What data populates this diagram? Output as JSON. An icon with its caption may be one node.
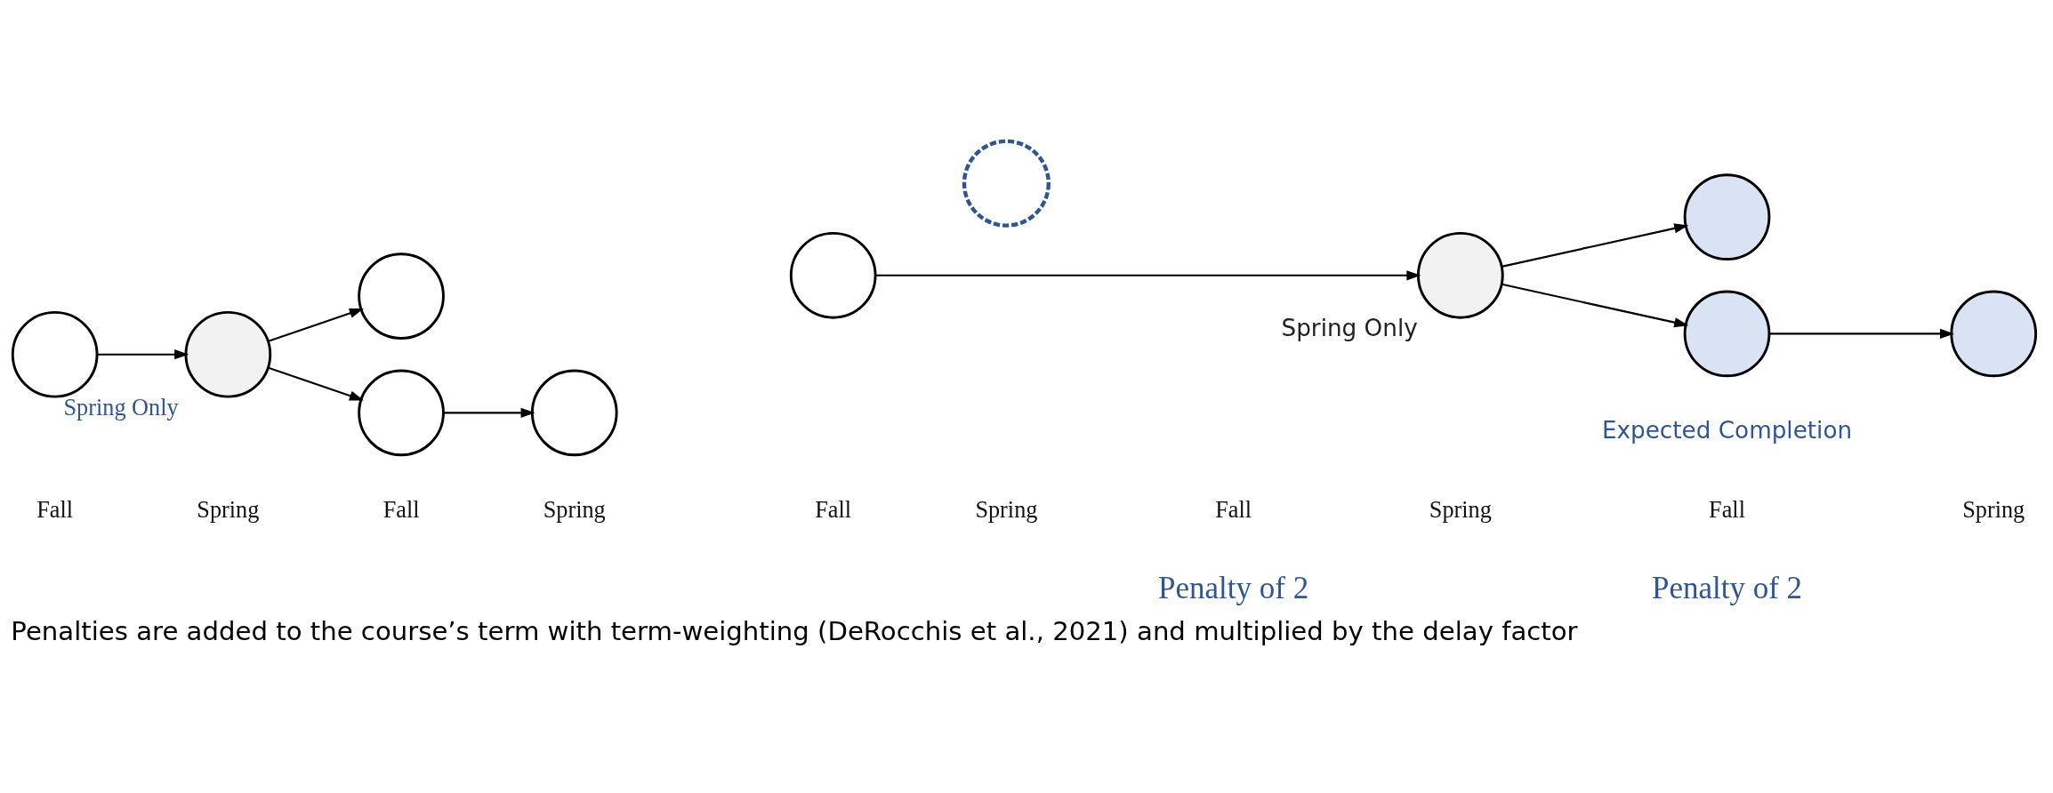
{
  "diagram": {
    "caption": "Penalties are added to the course’s term with term-weighting (DeRocchis et al., 2021) and multiplied by the delay factor",
    "nodes": [
      {
        "text": [],
        "shape": "circle"
      },
      {
        "text": [],
        "shape": "circle",
        "beside": [
          "Spring Only"
        ]
      },
      {
        "text": [],
        "shape": "circle"
      },
      {
        "text": [],
        "shape": "circle"
      },
      {
        "text": [],
        "shape": "circle"
      },
      {
        "text": [],
        "shape": "circle"
      },
      {
        "text": [],
        "shape": "circle"
      },
      {
        "text": [],
        "shape": "circle",
        "beside": [
          "Spring Only"
        ]
      },
      {
        "text": [],
        "shape": "circle"
      },
      {
        "text": [],
        "shape": "circle"
      },
      {
        "text": [],
        "shape": "circle"
      }
    ],
    "edges": [
      {
        "from": 0,
        "to": 1,
        "arrow": "to"
      },
      {
        "from": 1,
        "to": 2,
        "arrow": "to"
      },
      {
        "from": 1,
        "to": 3,
        "arrow": "to"
      },
      {
        "from": 3,
        "to": 4,
        "arrow": "to"
      },
      {
        "from": 5,
        "to": 7,
        "arrow": "to"
      },
      {
        "from": 7,
        "to": 8,
        "arrow": "to"
      },
      {
        "from": 7,
        "to": 9,
        "arrow": "to"
      },
      {
        "from": 9,
        "to": 10,
        "arrow": "to"
      }
    ],
    "labels": [
      "Penalty of 2",
      "Penalty of 2",
      "Fall",
      "Spring",
      "Fall",
      "Spring",
      "Fall",
      "Spring",
      "Fall",
      "Spring",
      "Fall",
      "Spring",
      "Expected Completion"
    ]
  }
}
